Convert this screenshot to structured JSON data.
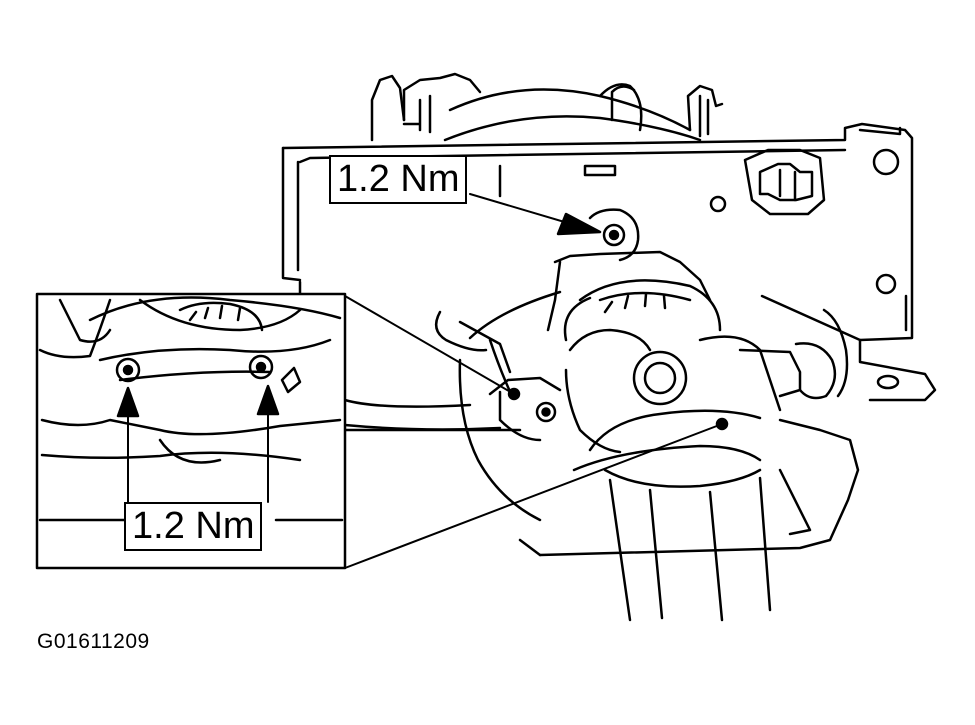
{
  "callouts": {
    "top_torque": "1.2 Nm",
    "inset_torque": "1.2 Nm"
  },
  "figure": {
    "id": "G01611209"
  },
  "colors": {
    "ink": "#000000",
    "paper": "#ffffff"
  }
}
